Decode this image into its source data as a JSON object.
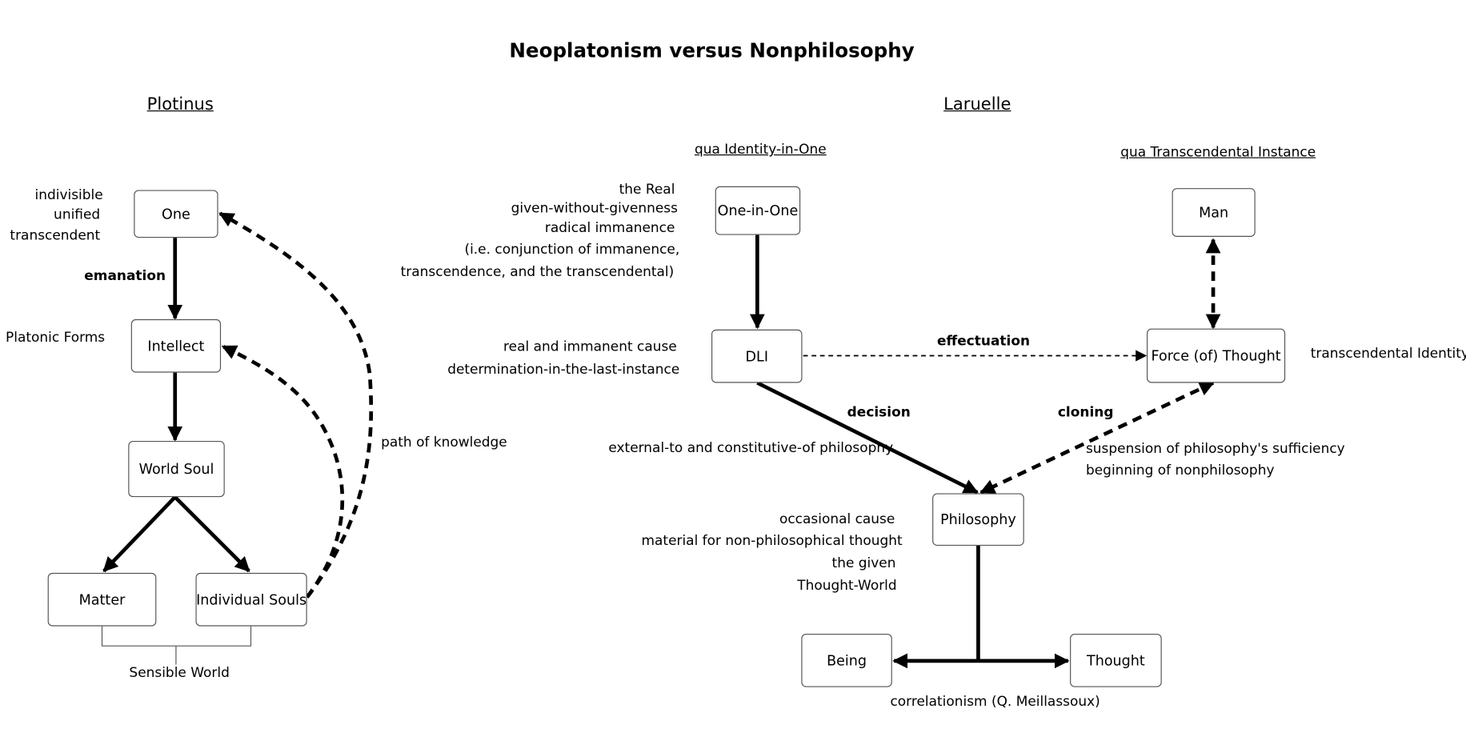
{
  "title": "Neoplatonism versus Nonphilosophy",
  "plotinus": {
    "heading": "Plotinus",
    "nodes": {
      "one": "One",
      "intellect": "Intellect",
      "world_soul": "World Soul",
      "matter": "Matter",
      "individual_souls": "Individual Souls"
    },
    "one_attrs": [
      "indivisible",
      "unified",
      "transcendent"
    ],
    "emanation": "emanation",
    "platonic_forms": "Platonic Forms",
    "path_of_knowledge": "path of knowledge",
    "sensible_world": "Sensible World"
  },
  "laruelle": {
    "heading": "Laruelle",
    "qua_identity": "qua Identity-in-One",
    "qua_transcendental": "qua Transcendental Instance",
    "nodes": {
      "one_in_one": "One-in-One",
      "man": "Man",
      "dli": "DLI",
      "force_of_thought": "Force (of) Thought",
      "philosophy": "Philosophy",
      "being": "Being",
      "thought": "Thought"
    },
    "real_desc": [
      "the Real",
      "given-without-givenness",
      "radical immanence",
      "(i.e. conjunction of immanence,",
      "transcendence, and the transcendental)"
    ],
    "dli_desc": [
      "real and immanent cause",
      "determination-in-the-last-instance"
    ],
    "effectuation": "effectuation",
    "transcendental_identity": "transcendental Identity",
    "decision": "decision",
    "cloning": "cloning",
    "external_to": "external-to and constitutive-of philosophy",
    "suspension": [
      "suspension of philosophy's sufficiency",
      "beginning of nonphilosophy"
    ],
    "philosophy_desc": [
      "occasional cause",
      "material for non-philosophical thought",
      "the given",
      "Thought-World"
    ],
    "correlationism": "correlationism (Q. Meillassoux)"
  }
}
